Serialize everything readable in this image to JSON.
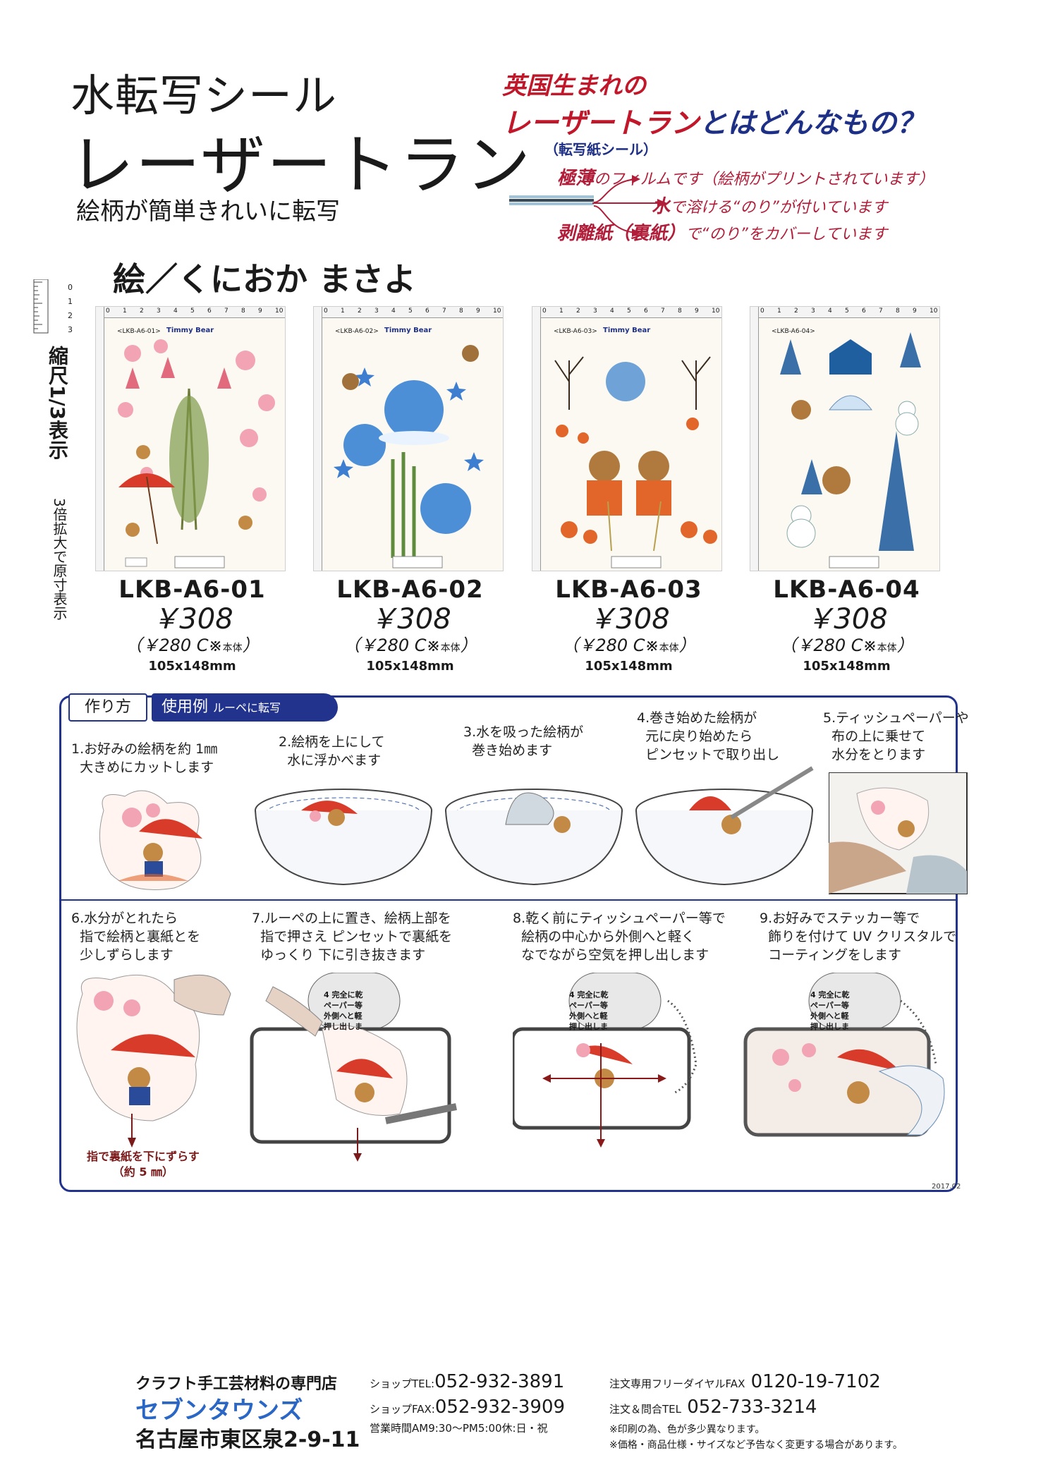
{
  "header": {
    "line1": "水転写シール",
    "line2": "レーザートラン",
    "line3": "絵柄が簡単きれいに転写",
    "artist": "絵／くにおか まさよ"
  },
  "what": {
    "line1": "英国生まれの",
    "line2_red": "レーザートラン",
    "line2_blue": "とはどんなもの？",
    "line3": "（転写紙シール）",
    "layer1_bold": "極薄",
    "layer1_rest": "のフィルムです（絵柄がプリントされています）",
    "layer2_bold": "水",
    "layer2_rest": "で溶ける“のり”が付いています",
    "layer3_bold": "剥離紙（裏紙）",
    "layer3_rest": "で“のり”をカバーしています",
    "colors": {
      "red": "#c0182a",
      "navy": "#1e2f86"
    }
  },
  "scale": {
    "label": "縮尺1/3表示",
    "note": "3倍拡大で原寸表示",
    "ticks": [
      "0",
      "1",
      "2",
      "3"
    ]
  },
  "products": [
    {
      "code": "LKB-A6-01",
      "price": "￥308",
      "price_sub": "（￥280 C※",
      "price_sub_small": "本体",
      "price_sub_end": "）",
      "size": "105x148mm",
      "sheet_label": "<LKB-A6-01>",
      "theme": "sakura-umbrella"
    },
    {
      "code": "LKB-A6-02",
      "price": "￥308",
      "price_sub": "（￥280 C※",
      "price_sub_small": "本体",
      "price_sub_end": "）",
      "size": "105x148mm",
      "sheet_label": "<LKB-A6-02>",
      "theme": "tanabata-bamboo"
    },
    {
      "code": "LKB-A6-03",
      "price": "￥308",
      "price_sub": "（￥280 C※",
      "price_sub_small": "本体",
      "price_sub_end": "）",
      "size": "105x148mm",
      "sheet_label": "<LKB-A6-03>",
      "theme": "autumn-persimmon"
    },
    {
      "code": "LKB-A6-04",
      "price": "￥308",
      "price_sub": "（￥280 C※",
      "price_sub_small": "本体",
      "price_sub_end": "）",
      "size": "105x148mm",
      "sheet_label": "<LKB-A6-04>",
      "theme": "winter-snow"
    }
  ],
  "ruler_numbers": [
    "0",
    "1",
    "2",
    "3",
    "4",
    "5",
    "6",
    "7",
    "8",
    "9",
    "10"
  ],
  "sheet_brand": "Timmy Bear",
  "instructions": {
    "tab_make": "作り方",
    "tab_example": "使用例",
    "tab_example_small": "ルーペに転写",
    "steps": [
      "1.お好みの絵柄を約 1㎜\n  大きめにカットします",
      "2.絵柄を上にして\n  水に浮かべます",
      "3.水を吸った絵柄が\n  巻き始めます",
      "4.巻き始めた絵柄が\n  元に戻り始めたら\n  ピンセットで取り出し",
      "5.ティッシュペーパーや\n  布の上に乗せて\n  水分をとります",
      "6.水分がとれたら\n  指で絵柄と裏紙とを\n  少しずらします",
      "7.ルーペの上に置き、絵柄上部を\n  指で押さえ ピンセットで裏紙を\n  ゆっくり 下に引き抜きます",
      "8.乾く前にティッシュペーパー等で\n  絵柄の中心から外側へと軽く\n  なでながら空気を押し出します",
      "9.お好みでステッカー等で\n  飾りを付けて UV クリスタルで\n  コーティングをします"
    ],
    "slide_note": "指で裏紙を下にずらす\n（約 5 ㎜）",
    "loupe_text": "4 完全に乾\nペーパー等\n外側へと軽\n押し出しま",
    "year": "2017.02"
  },
  "footer": {
    "shop_type": "クラフト手工芸材料の専門店",
    "shop_name": "セブンタウンズ",
    "address": "名古屋市東区泉2-9-11",
    "tel_label": "ショップTEL:",
    "tel": "052-932-3891",
    "fax_label": "ショップFAX:",
    "fax": "052-932-3909",
    "hours": "営業時間AM9:30～PM5:00休:日・祝",
    "free_label": "注文専用フリーダイヤルFAX",
    "free_fax": "0120-19-7102",
    "inq_label": "注文＆問合TEL",
    "inq_tel": "052-733-3214",
    "note1": "※印刷の為、色が多少異なります。",
    "note2": "※価格・商品仕様・サイズなど予告なく変更する場合があります。"
  }
}
